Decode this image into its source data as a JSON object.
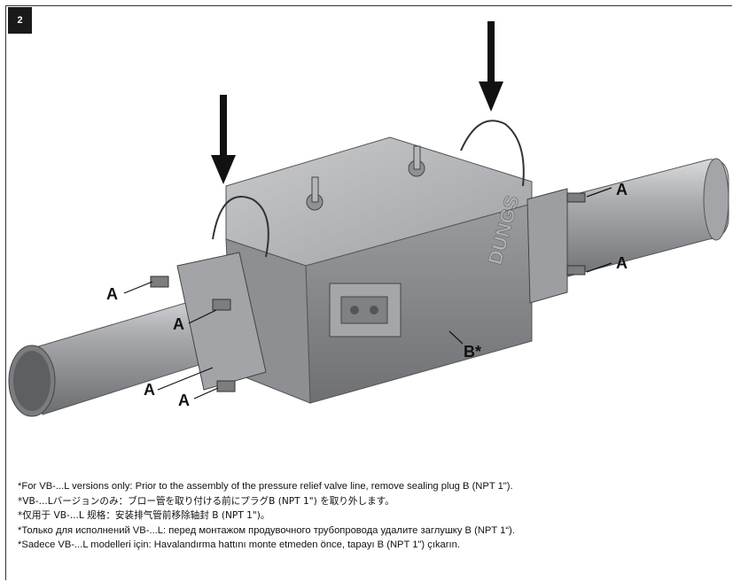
{
  "step_number": "2",
  "callouts": {
    "a1": "A",
    "a2": "A",
    "a3": "A",
    "a4": "A",
    "a5": "A",
    "a6": "A",
    "b": "B*"
  },
  "notes": [
    "*For VB-...L versions only: Prior to the assembly of the pressure relief valve line, remove sealing plug B (NPT 1\").",
    "*VB-...Lバージョンのみ：ブロー管を取り付ける前にプラグB (NPT 1\") を取り外します。",
    "*仅用于 VB-...L 规格：安装排气管前移除轴封 B (NPT 1\")。",
    "*Только для исполнений VB-...L: перед монтажом продувочного трубопровода удалите заглушку B (NPT 1“).",
    "*Sadece VB-...L modelleri için: Havalandırma hattını monte etmeden önce, tapayı B (NPT 1\") çıkarın."
  ],
  "device_lettering": "DUNGS"
}
